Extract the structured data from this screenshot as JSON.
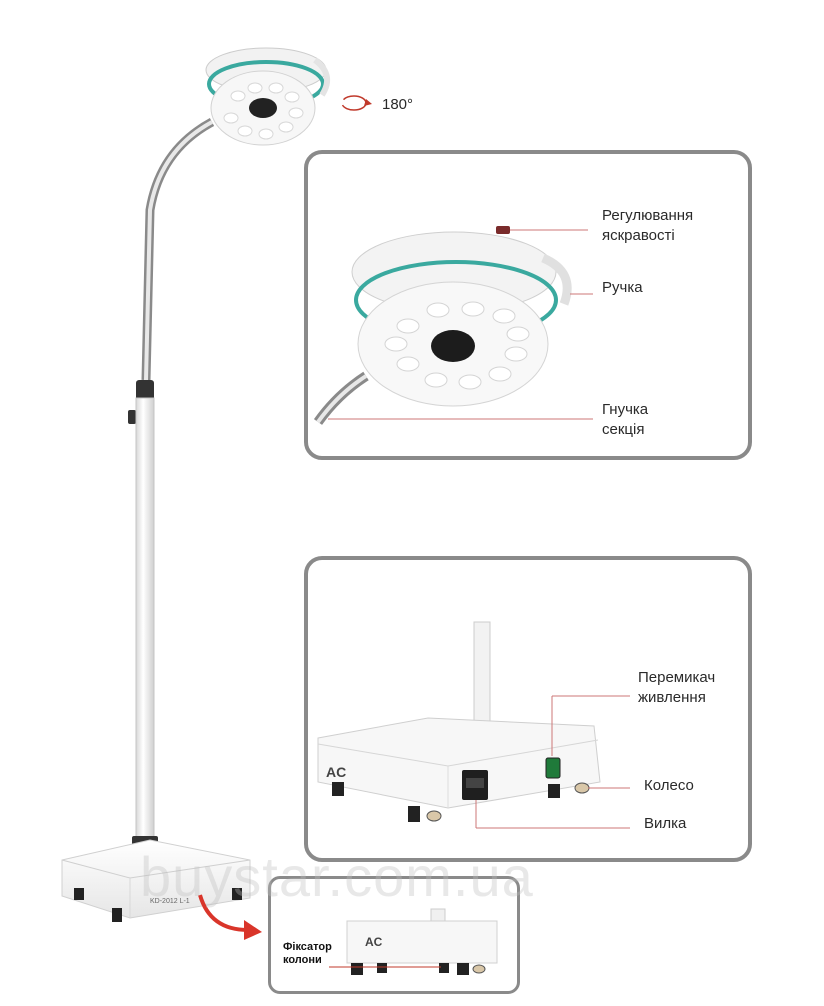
{
  "rotation": {
    "label": "180°",
    "arrow_color": "#c0392b"
  },
  "detail_panel_lamp": {
    "labels": {
      "brightness": "Регулювання яскравості",
      "handle": "Ручка",
      "flexible": "Гнучка секція"
    }
  },
  "detail_panel_base": {
    "labels": {
      "power_switch": "Перемикач живлення",
      "wheel": "Колесо",
      "plug": "Вилка"
    },
    "base_marking": "AC"
  },
  "inset_panel": {
    "label": "Фіксатор колони",
    "base_marking": "AC"
  },
  "base_model_text": "KD-2012 L-1",
  "watermark": "buystar.com.ua",
  "colors": {
    "accent_ring": "#3aa99f",
    "leader_line": "#c77",
    "panel_border": "#8a8a8a",
    "arrow_red": "#d9352a"
  }
}
